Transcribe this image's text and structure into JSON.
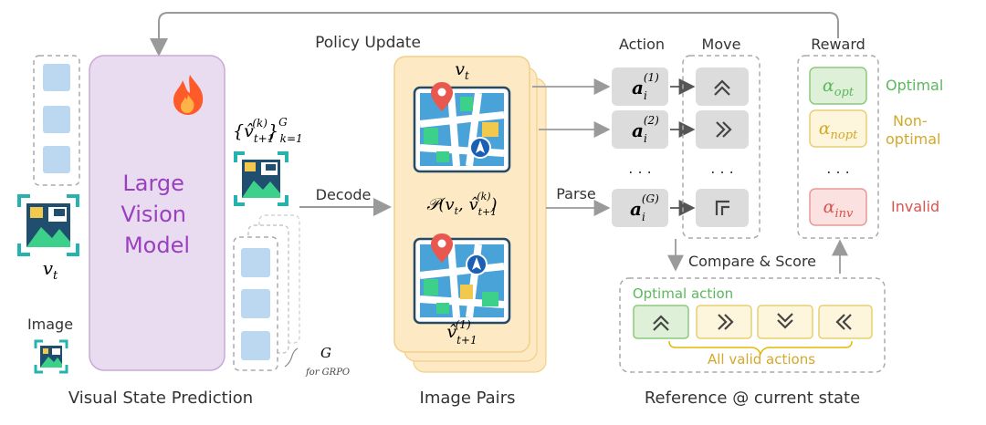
{
  "left": {
    "vt_label": "v",
    "vt_sub": "t",
    "image_label": "Image",
    "model_label": [
      "Large",
      "Vision",
      "Model"
    ],
    "section_title": "Visual State Prediction",
    "set_notation": "{v̂",
    "set_sub": "t+1",
    "set_sup": "(k)",
    "set_range_sup": "G",
    "set_range_sub": "k=1",
    "g_label": "G",
    "grpo_label": "for GRPO",
    "fire_icon": "fire-icon"
  },
  "top": {
    "policy_update": "Policy Update"
  },
  "middle": {
    "decode_label": "Decode",
    "vt_top": "v",
    "vt_top_sub": "t",
    "pair_formula": "𝒫(v",
    "pair_formula_rest": ", v̂",
    "pair_formula_sub1": "t",
    "pair_formula_sub2": "t+1",
    "pair_formula_sup": "(k)",
    "vhat_bottom": "v̂",
    "vhat_bottom_sub": "t+1",
    "vhat_bottom_sup": "(1)",
    "section_title": "Image Pairs",
    "parse_label": "Parse"
  },
  "right": {
    "action_header": "Action",
    "move_header": "Move",
    "reward_header": "Reward",
    "actions": [
      {
        "sym": "a",
        "sub": "i",
        "sup": "(1)"
      },
      {
        "sym": "a",
        "sub": "i",
        "sup": "(2)"
      },
      {
        "sym": "a",
        "sub": "i",
        "sup": "(G)"
      }
    ],
    "ellipsis": ". . .",
    "moves": [
      "up-chevron-icon",
      "right-chevron-icon",
      "turn-icon"
    ],
    "rewards": [
      {
        "sym": "α",
        "sub": "opt",
        "label": "Optimal",
        "color": "#5cb85c",
        "fill": "#dff0d8",
        "stroke": "#8cc97e"
      },
      {
        "sym": "α",
        "sub": "nopt",
        "label": "Non-\noptimal",
        "label1": "Non-",
        "label2": "optimal",
        "color": "#d4a82a",
        "fill": "#fdf6dc",
        "stroke": "#e6cf72"
      },
      {
        "sym": "α",
        "sub": "inv",
        "label": "Invalid",
        "color": "#d9534f",
        "fill": "#fbe1e0",
        "stroke": "#e59a98"
      }
    ],
    "compare_label": "Compare & Score",
    "optimal_action_label": "Optimal action",
    "all_valid_label": "All valid actions",
    "section_title": "Reference @ current state"
  },
  "colors": {
    "purple_fill": "#eadcf0",
    "purple_stroke": "#c9a9d6",
    "purple_text": "#9b3fc1",
    "blue_square": "#bcd8f1",
    "orange_fill": "#fde9c4",
    "orange_stroke": "#f2cf86",
    "gray_box": "#dcdcdc",
    "teal": "#26b3b0",
    "green_text": "#5cb85c",
    "yellow_text": "#d4a82a"
  }
}
